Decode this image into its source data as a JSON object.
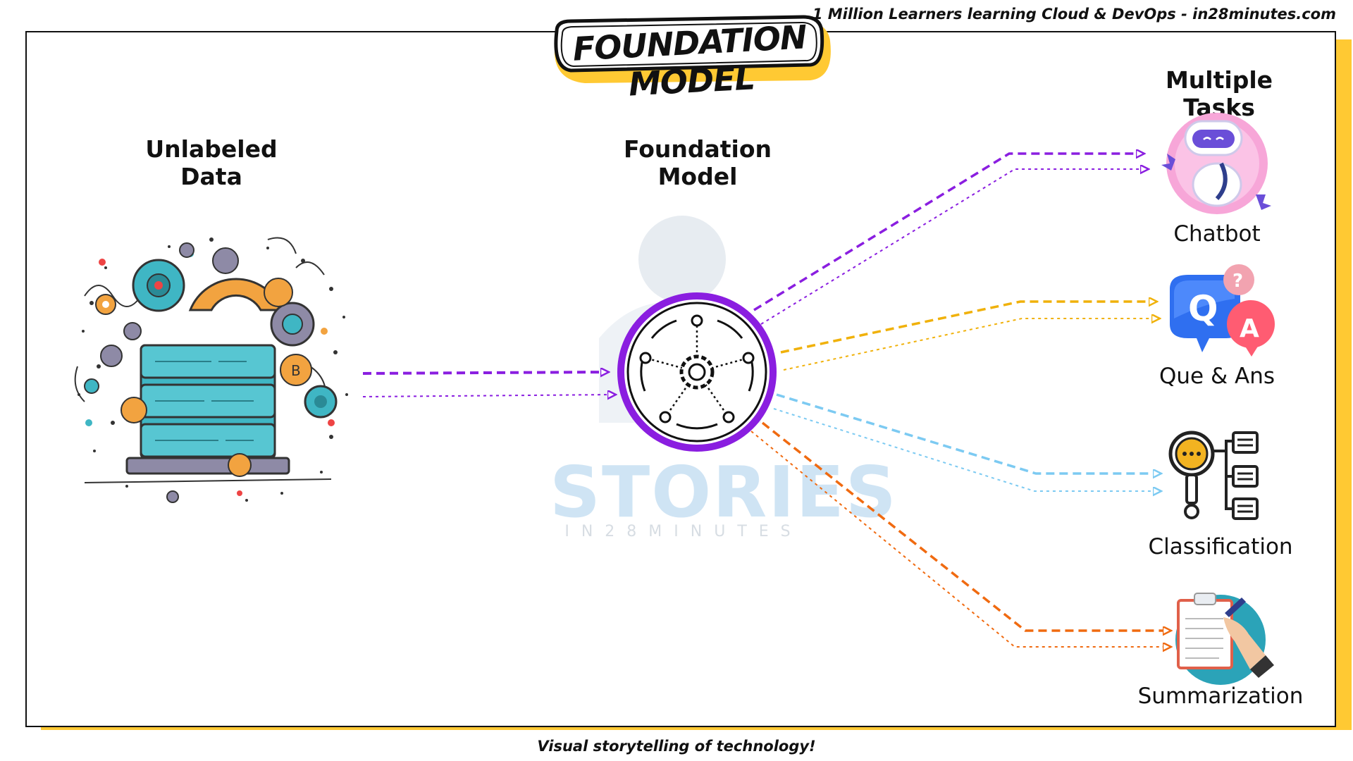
{
  "header": {
    "tagline": "1 Million Learners learning Cloud & DevOps - in28minutes.com",
    "title": "FOUNDATION MODEL"
  },
  "footer": {
    "text": "Visual storytelling of technology!"
  },
  "diagram": {
    "input_heading": "Unlabeled Data",
    "model_heading": "Foundation Model",
    "tasks_heading": "Multiple Tasks",
    "tasks": [
      {
        "label": "Chatbot",
        "color": "#8a1ee0",
        "icon": "robot-icon"
      },
      {
        "label": "Que & Ans",
        "color": "#f0b10a",
        "icon": "qa-bubbles-icon"
      },
      {
        "label": "Classification",
        "color": "#7ccaf2",
        "icon": "magnifier-list-icon"
      },
      {
        "label": "Summarization",
        "color": "#f06a10",
        "icon": "clipboard-pen-icon"
      }
    ],
    "input_arrow_color": "#8a1ee0",
    "model_ring_color": "#8a1ee0"
  },
  "watermark": {
    "main": "STORIES",
    "sub": "IN28MINUTES"
  },
  "colors": {
    "accent_yellow": "#ffc933",
    "teal": "#3fb6c4",
    "orange": "#f2a340",
    "purple_grey": "#8e8aa6"
  }
}
